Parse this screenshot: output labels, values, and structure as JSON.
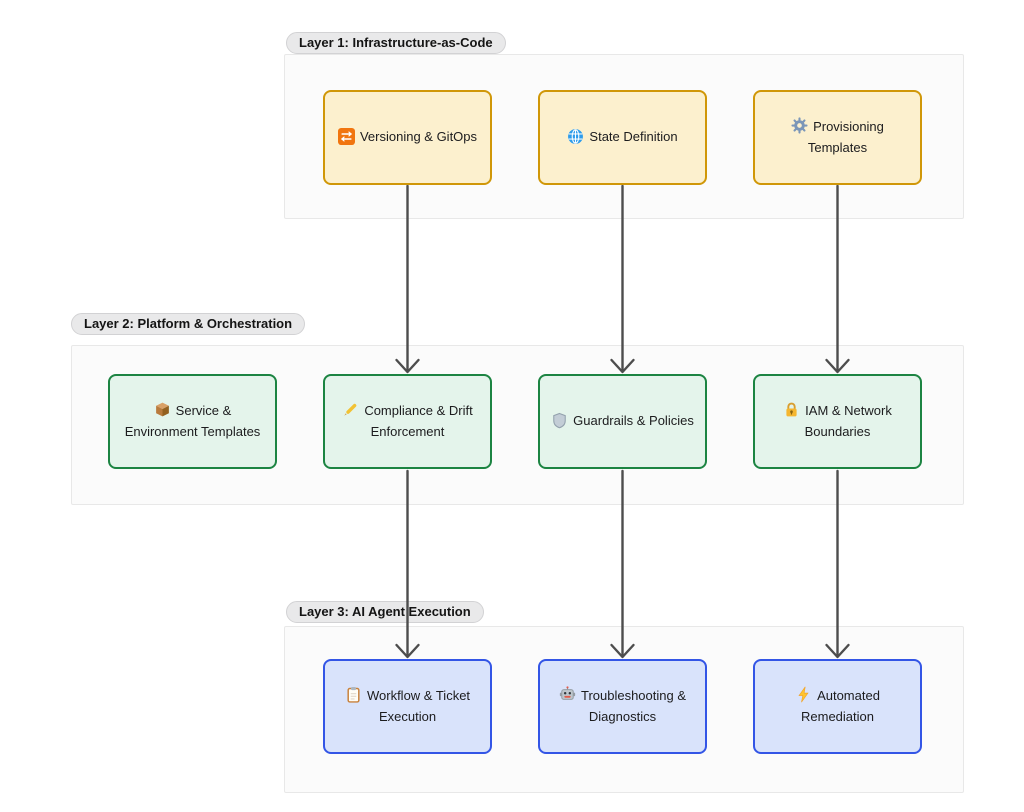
{
  "diagram": {
    "arrow_color": "#4D4D4D",
    "layers": [
      {
        "id": "layer-1",
        "label": "Layer 1: Infrastructure-as-Code",
        "colors": {
          "node_fill": "#FCF0CE",
          "node_border": "#D09708"
        },
        "nodes": [
          {
            "icon": "refresh-icon",
            "label": "Versioning & GitOps"
          },
          {
            "icon": "globe-icon",
            "label": "State Definition"
          },
          {
            "icon": "gear-icon",
            "label": "Provisioning\nTemplates"
          }
        ]
      },
      {
        "id": "layer-2",
        "label": "Layer 2: Platform & Orchestration",
        "colors": {
          "node_fill": "#E4F4EB",
          "node_border": "#1C8442"
        },
        "nodes": [
          {
            "icon": "package-icon",
            "label": "Service &\nEnvironment Templates"
          },
          {
            "icon": "pencil-icon",
            "label": "Compliance & Drift\nEnforcement"
          },
          {
            "icon": "shield-icon",
            "label": "Guardrails & Policies"
          },
          {
            "icon": "lock-icon",
            "label": "IAM & Network\nBoundaries"
          }
        ]
      },
      {
        "id": "layer-3",
        "label": "Layer 3: AI Agent Execution",
        "colors": {
          "node_fill": "#D9E3FB",
          "node_border": "#3355E6"
        },
        "nodes": [
          {
            "icon": "clipboard-icon",
            "label": "Workflow & Ticket\nExecution"
          },
          {
            "icon": "robot-icon",
            "label": "Troubleshooting &\nDiagnostics"
          },
          {
            "icon": "lightning-icon",
            "label": "Automated\nRemediation"
          }
        ]
      }
    ],
    "edges": [
      {
        "from": "Versioning & GitOps",
        "to": "Compliance & Drift Enforcement"
      },
      {
        "from": "State Definition",
        "to": "Guardrails & Policies"
      },
      {
        "from": "Provisioning Templates",
        "to": "IAM & Network Boundaries"
      },
      {
        "from": "Compliance & Drift Enforcement",
        "to": "Workflow & Ticket Execution"
      },
      {
        "from": "Guardrails & Policies",
        "to": "Troubleshooting & Diagnostics"
      },
      {
        "from": "IAM & Network Boundaries",
        "to": "Automated Remediation"
      }
    ]
  }
}
